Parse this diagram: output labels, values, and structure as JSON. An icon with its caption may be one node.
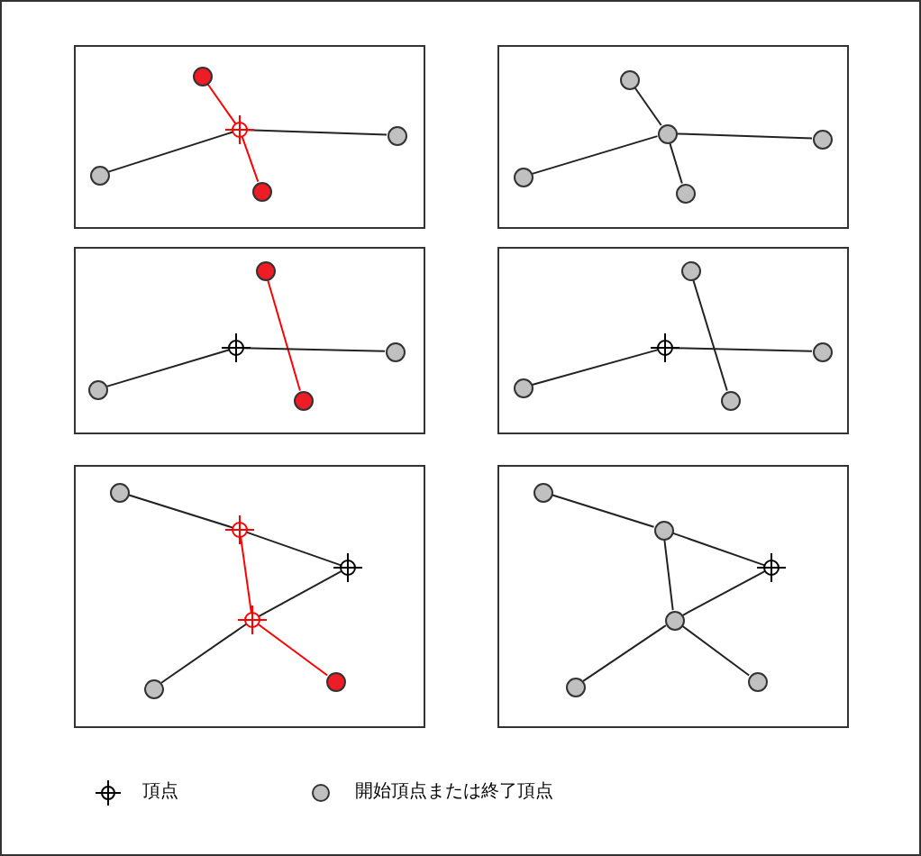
{
  "diagram": {
    "nodes": [
      {
        "text": [],
        "shape": "box"
      },
      {
        "text": [],
        "shape": "circle",
        "in": 0
      },
      {
        "text": [],
        "shape": "crosshair",
        "in": 0
      },
      {
        "text": [],
        "shape": "circle",
        "in": 0
      },
      {
        "text": [],
        "shape": "circle",
        "in": 0
      },
      {
        "text": [],
        "shape": "circle",
        "in": 0
      },
      {
        "text": [],
        "shape": "box"
      },
      {
        "text": [],
        "shape": "circle",
        "in": 6
      },
      {
        "text": [],
        "shape": "circle",
        "in": 6
      },
      {
        "text": [],
        "shape": "circle",
        "in": 6
      },
      {
        "text": [],
        "shape": "circle",
        "in": 6
      },
      {
        "text": [],
        "shape": "circle",
        "in": 6
      },
      {
        "text": [],
        "shape": "box"
      },
      {
        "text": [],
        "shape": "circle",
        "in": 12
      },
      {
        "text": [],
        "shape": "crosshair",
        "in": 12
      },
      {
        "text": [],
        "shape": "circle",
        "in": 12
      },
      {
        "text": [],
        "shape": "circle",
        "in": 12
      },
      {
        "text": [],
        "shape": "circle",
        "in": 12
      },
      {
        "text": [],
        "shape": "box"
      },
      {
        "text": [],
        "shape": "circle",
        "in": 18
      },
      {
        "text": [],
        "shape": "crosshair",
        "in": 18
      },
      {
        "text": [],
        "shape": "circle",
        "in": 18
      },
      {
        "text": [],
        "shape": "circle",
        "in": 18
      },
      {
        "text": [],
        "shape": "circle",
        "in": 18
      },
      {
        "text": [],
        "shape": "box"
      },
      {
        "text": [],
        "shape": "circle",
        "in": 24
      },
      {
        "text": [],
        "shape": "crosshair",
        "in": 24
      },
      {
        "text": [],
        "shape": "crosshair",
        "in": 24
      },
      {
        "text": [],
        "shape": "crosshair",
        "in": 24
      },
      {
        "text": [],
        "shape": "circle",
        "in": 24
      },
      {
        "text": [],
        "shape": "circle",
        "in": 24
      },
      {
        "text": [],
        "shape": "box"
      },
      {
        "text": [],
        "shape": "circle",
        "in": 31
      },
      {
        "text": [],
        "shape": "circle",
        "in": 31
      },
      {
        "text": [],
        "shape": "crosshair",
        "in": 31
      },
      {
        "text": [],
        "shape": "circle",
        "in": 31
      },
      {
        "text": [],
        "shape": "circle",
        "in": 31
      },
      {
        "text": [],
        "shape": "circle",
        "in": 31
      }
    ],
    "edges": [
      {
        "from": 1,
        "to": 2,
        "arrow": "none",
        "color": "#ff0000"
      },
      {
        "from": 2,
        "to": 5,
        "arrow": "none",
        "color": "#ff0000"
      },
      {
        "from": 4,
        "to": 2,
        "arrow": "none"
      },
      {
        "from": 2,
        "to": 3,
        "arrow": "none"
      },
      {
        "from": 7,
        "to": 8,
        "arrow": "none"
      },
      {
        "from": 10,
        "to": 8,
        "arrow": "none"
      },
      {
        "from": 8,
        "to": 9,
        "arrow": "none"
      },
      {
        "from": 8,
        "to": 11,
        "arrow": "none"
      },
      {
        "from": 13,
        "to": 17,
        "arrow": "none",
        "color": "#ff0000"
      },
      {
        "from": 16,
        "to": 14,
        "arrow": "none"
      },
      {
        "from": 14,
        "to": 15,
        "arrow": "none"
      },
      {
        "from": 19,
        "to": 23,
        "arrow": "none"
      },
      {
        "from": 22,
        "to": 20,
        "arrow": "none"
      },
      {
        "from": 20,
        "to": 21,
        "arrow": "none"
      },
      {
        "from": 25,
        "to": 26,
        "arrow": "none"
      },
      {
        "from": 26,
        "to": 27,
        "arrow": "none"
      },
      {
        "from": 27,
        "to": 28,
        "arrow": "none"
      },
      {
        "from": 28,
        "to": 30,
        "arrow": "none"
      },
      {
        "from": 26,
        "to": 28,
        "arrow": "none",
        "color": "#ff0000"
      },
      {
        "from": 28,
        "to": 29,
        "arrow": "none",
        "color": "#ff0000"
      },
      {
        "from": 32,
        "to": 33,
        "arrow": "none"
      },
      {
        "from": 33,
        "to": 34,
        "arrow": "none"
      },
      {
        "from": 33,
        "to": 35,
        "arrow": "none"
      },
      {
        "from": 34,
        "to": 35,
        "arrow": "none"
      },
      {
        "from": 35,
        "to": 37,
        "arrow": "none"
      },
      {
        "from": 35,
        "to": 36,
        "arrow": "none"
      }
    ],
    "legend": [
      {
        "text": "頂点"
      },
      {
        "text": "開始頂点または終了頂点"
      }
    ]
  }
}
